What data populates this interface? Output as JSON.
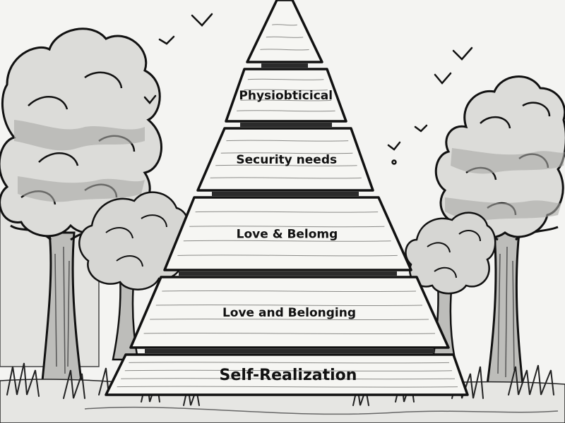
{
  "diagram": {
    "levels": [
      {
        "label": ""
      },
      {
        "label": "Physiobticical"
      },
      {
        "label": "Security needs"
      },
      {
        "label": "Love & Belomg"
      },
      {
        "label": "Love and Belonging"
      },
      {
        "label": "Self-Realization"
      }
    ]
  },
  "colors": {
    "ink": "#111111",
    "plank": "#f6f6f3",
    "foliage": "#d9d9d6",
    "foliage_shadow": "#9b9b98",
    "trunk": "#bdbdba",
    "ground": "#e6e6e3",
    "grass": "#2a2a2a"
  }
}
